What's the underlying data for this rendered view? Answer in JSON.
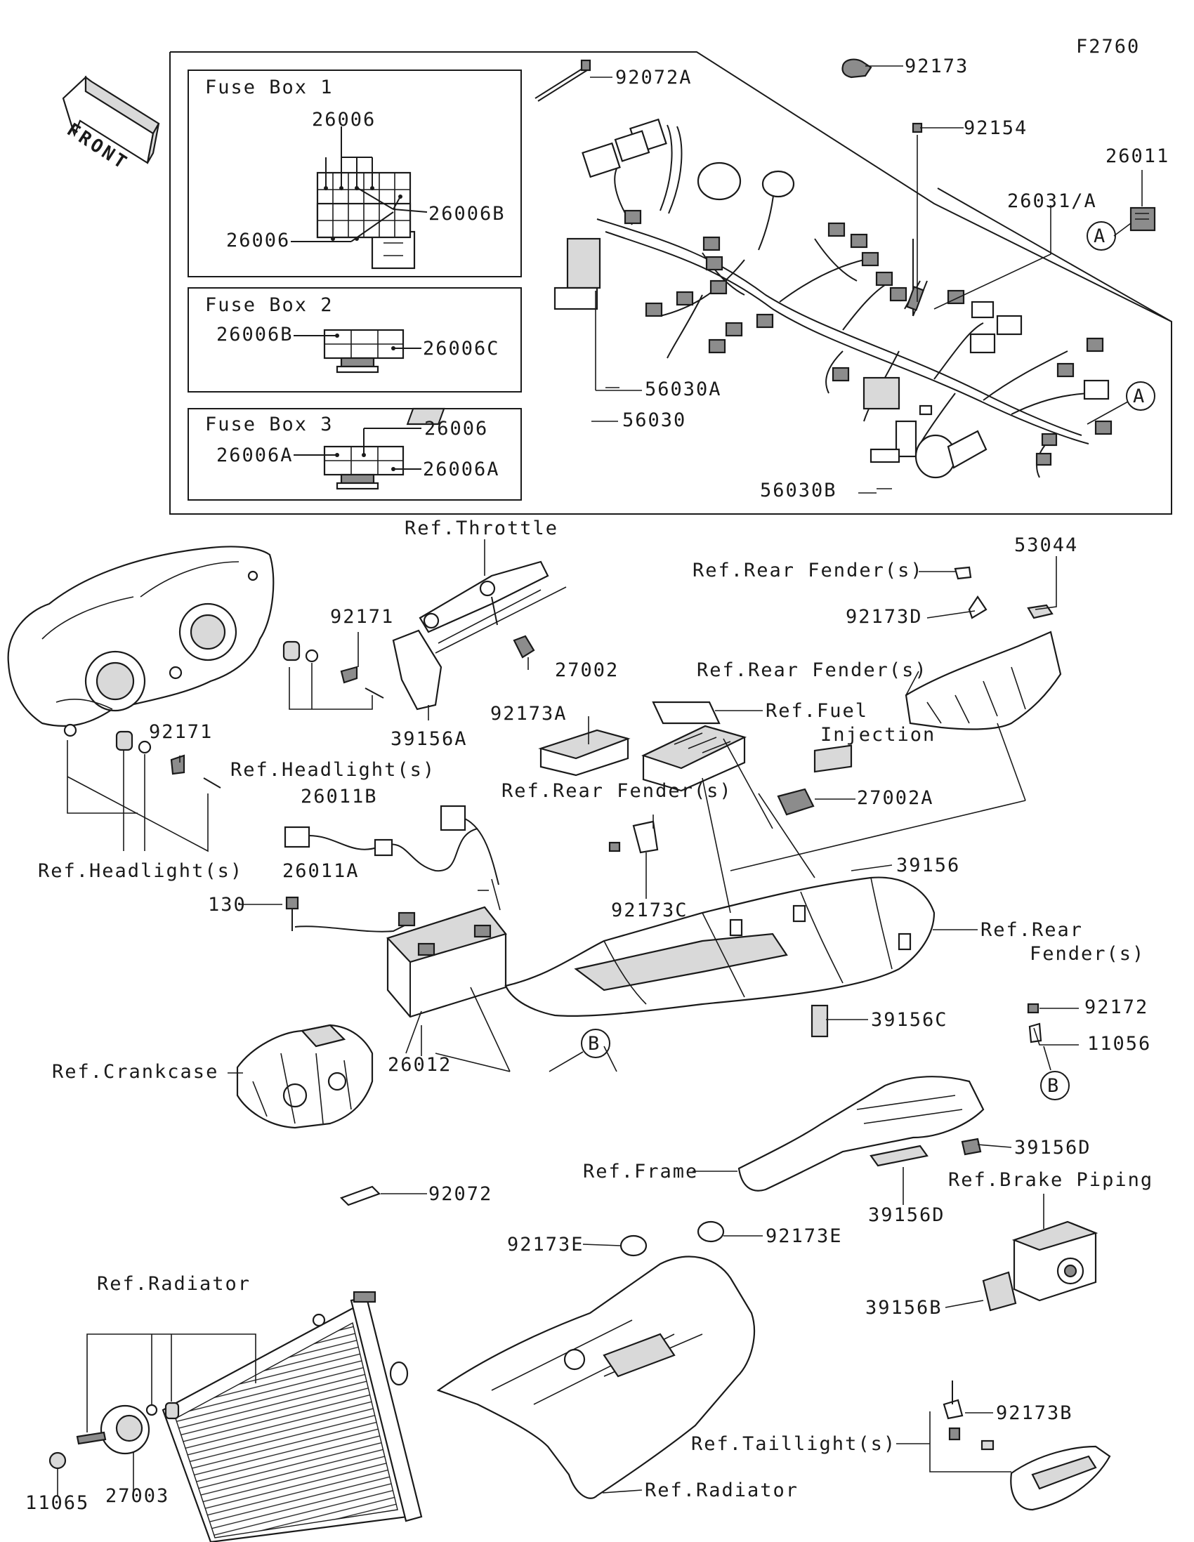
{
  "figure_code": "F2760",
  "front_marker": "FRONT",
  "colors": {
    "ink": "#1a1a1a",
    "shade": "#d9d9d9",
    "dark": "#8c8c8c",
    "paper": "#ffffff"
  },
  "fuse_boxes": [
    {
      "title": "Fuse Box 1",
      "labels": [
        "26006",
        "26006B",
        "26006"
      ]
    },
    {
      "title": "Fuse Box 2",
      "labels": [
        "26006B",
        "26006C"
      ]
    },
    {
      "title": "Fuse Box 3",
      "labels": [
        "26006",
        "26006A",
        "26006A"
      ]
    }
  ],
  "ref_circle_a": "A",
  "ref_circle_b": "B",
  "labels": {
    "p92072A": "92072A",
    "p92173": "92173",
    "p92154": "92154",
    "p26011": "26011",
    "p26031A": "26031/A",
    "p56030A": "56030A",
    "p56030": "56030",
    "p56030B": "56030B",
    "ref_throttle": "Ref.Throttle",
    "ref_rear_fender_1": "Ref.Rear Fender(s)",
    "p53044": "53044",
    "p92173D": "92173D",
    "ref_rear_fender_2": "Ref.Rear Fender(s)",
    "p92171_a": "92171",
    "p27002": "27002",
    "ref_fuel_injection_1": "Ref.Fuel",
    "ref_fuel_injection_2": "Injection",
    "p39156A": "39156A",
    "p92173A": "92173A",
    "p92171_b": "92171",
    "ref_headlight_1": "Ref.Headlight(s)",
    "ref_rear_fender_3": "Ref.Rear Fender(s)",
    "p26011B": "26011B",
    "p27002A": "27002A",
    "ref_headlight_2": "Ref.Headlight(s)",
    "p26011A": "26011A",
    "p39156": "39156",
    "p130": "130",
    "p92173C": "92173C",
    "ref_rear_fender_4a": "Ref.Rear",
    "ref_rear_fender_4b": "Fender(s)",
    "p92172": "92172",
    "p39156C": "39156C",
    "p11056": "11056",
    "ref_crankcase": "Ref.Crankcase",
    "p26012": "26012",
    "p39156D_a": "39156D",
    "ref_frame": "Ref.Frame",
    "ref_brake_piping": "Ref.Brake Piping",
    "p92072": "92072",
    "p39156D_b": "39156D",
    "p92173E_a": "92173E",
    "p92173E_b": "92173E",
    "ref_radiator_1": "Ref.Radiator",
    "p39156B": "39156B",
    "p92173B": "92173B",
    "ref_taillight": "Ref.Taillight(s)",
    "p11065": "11065",
    "p27003": "27003",
    "ref_radiator_2": "Ref.Radiator"
  }
}
